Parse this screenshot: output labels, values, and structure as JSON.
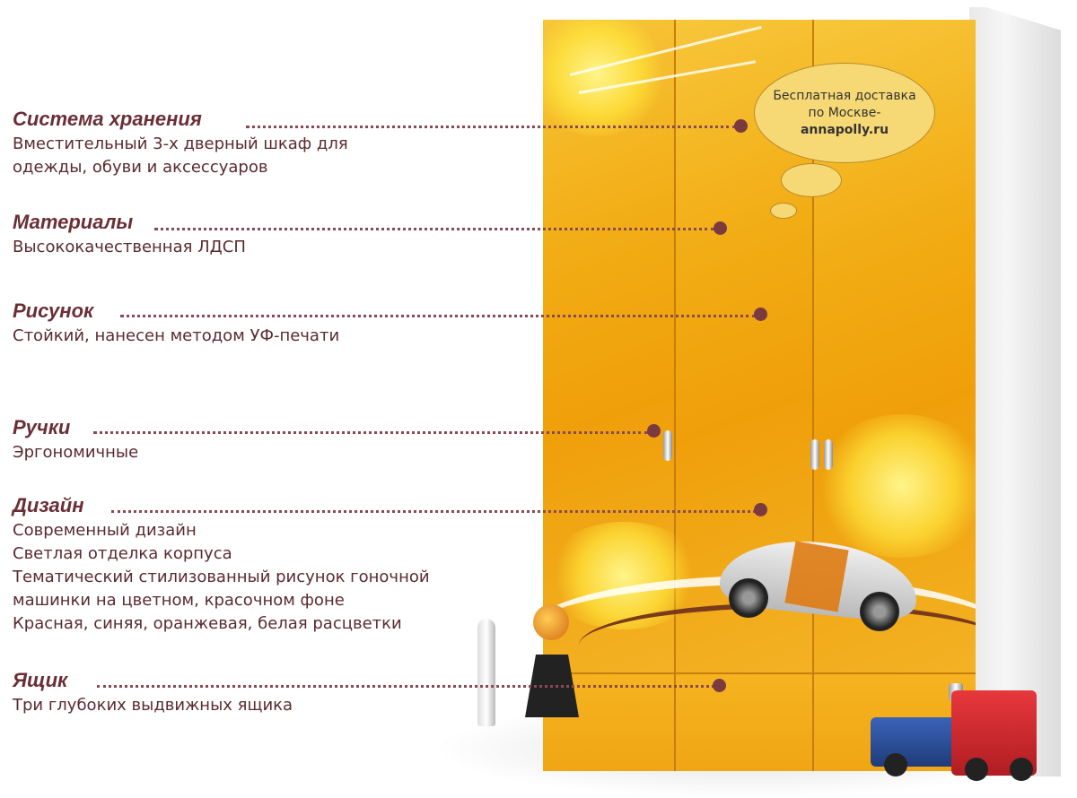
{
  "features": [
    {
      "title": "Система хранения",
      "lines": [
        "Вместительный 3-х дверный шкаф для",
        "одежды, обуви и аксессуаров"
      ]
    },
    {
      "title": "Материалы",
      "lines": [
        "Высококачественная ЛДСП"
      ]
    },
    {
      "title": "Рисунок",
      "lines": [
        "Стойкий, нанесен методом УФ-печати"
      ]
    },
    {
      "title": "Ручки",
      "lines": [
        "Эргономичные"
      ]
    },
    {
      "title": "Дизайн",
      "lines": [
        "Современный дизайн",
        "Светлая отделка корпуса",
        "Тематический стилизованный рисунок гоночной",
        "машинки на цветном, красочном фоне",
        "Красная, синяя, оранжевая, белая расцветки"
      ]
    },
    {
      "title": "Ящик",
      "lines": [
        "Три глубоких выдвижных ящика"
      ]
    }
  ],
  "bubble": {
    "line1": "Бесплатная доставка",
    "line2": "по Москве-",
    "brand": "annapolly.ru"
  },
  "colors": {
    "title": "#6b2e36",
    "text": "#5a2a31",
    "marker": "#7a3a40",
    "wardrobe_orange": "#f2ac14"
  }
}
